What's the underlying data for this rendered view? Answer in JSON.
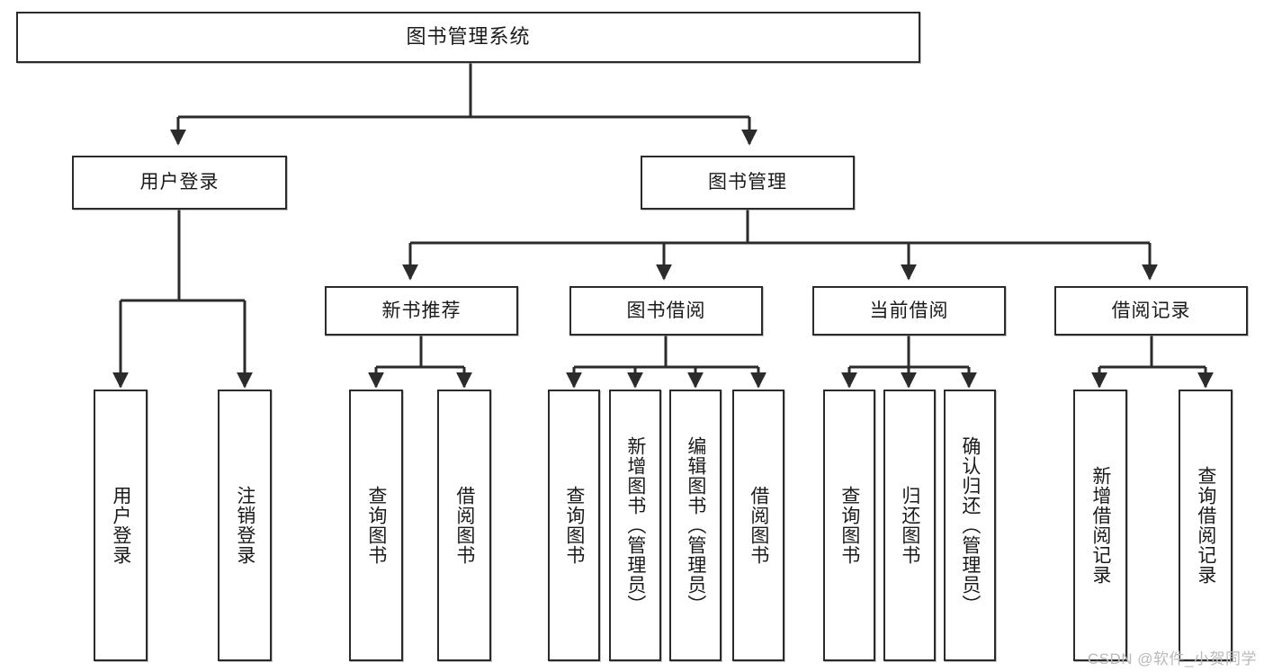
{
  "diagram": {
    "kind": "tree-structure-chart",
    "title": "图书管理系统",
    "line_color": "#2b2b2b",
    "box_fill": "#ffffff",
    "text_color": "#1a1a1a"
  },
  "root": {
    "label": "图书管理系统"
  },
  "level1": [
    {
      "label": "用户登录"
    },
    {
      "label": "图书管理"
    }
  ],
  "level2": [
    {
      "label": "新书推荐"
    },
    {
      "label": "图书借阅"
    },
    {
      "label": "当前借阅"
    },
    {
      "label": "借阅记录"
    }
  ],
  "leaves": {
    "user_login": [
      {
        "label": "用户登录"
      },
      {
        "label": "注销登录"
      }
    ],
    "new_book_recommend": [
      {
        "label": "查询图书"
      },
      {
        "label": "借阅图书"
      }
    ],
    "book_borrow": [
      {
        "label": "查询图书"
      },
      {
        "label": "新增图书（管理员）"
      },
      {
        "label": "编辑图书（管理员）"
      },
      {
        "label": "借阅图书"
      }
    ],
    "current_borrow": [
      {
        "label": "查询图书"
      },
      {
        "label": "归还图书"
      },
      {
        "label": "确认归还（管理员）"
      }
    ],
    "borrow_record": [
      {
        "label": "新增借阅记录"
      },
      {
        "label": "查询借阅记录"
      }
    ]
  },
  "watermark": {
    "text": "CSDN @软件_小贺同学"
  }
}
